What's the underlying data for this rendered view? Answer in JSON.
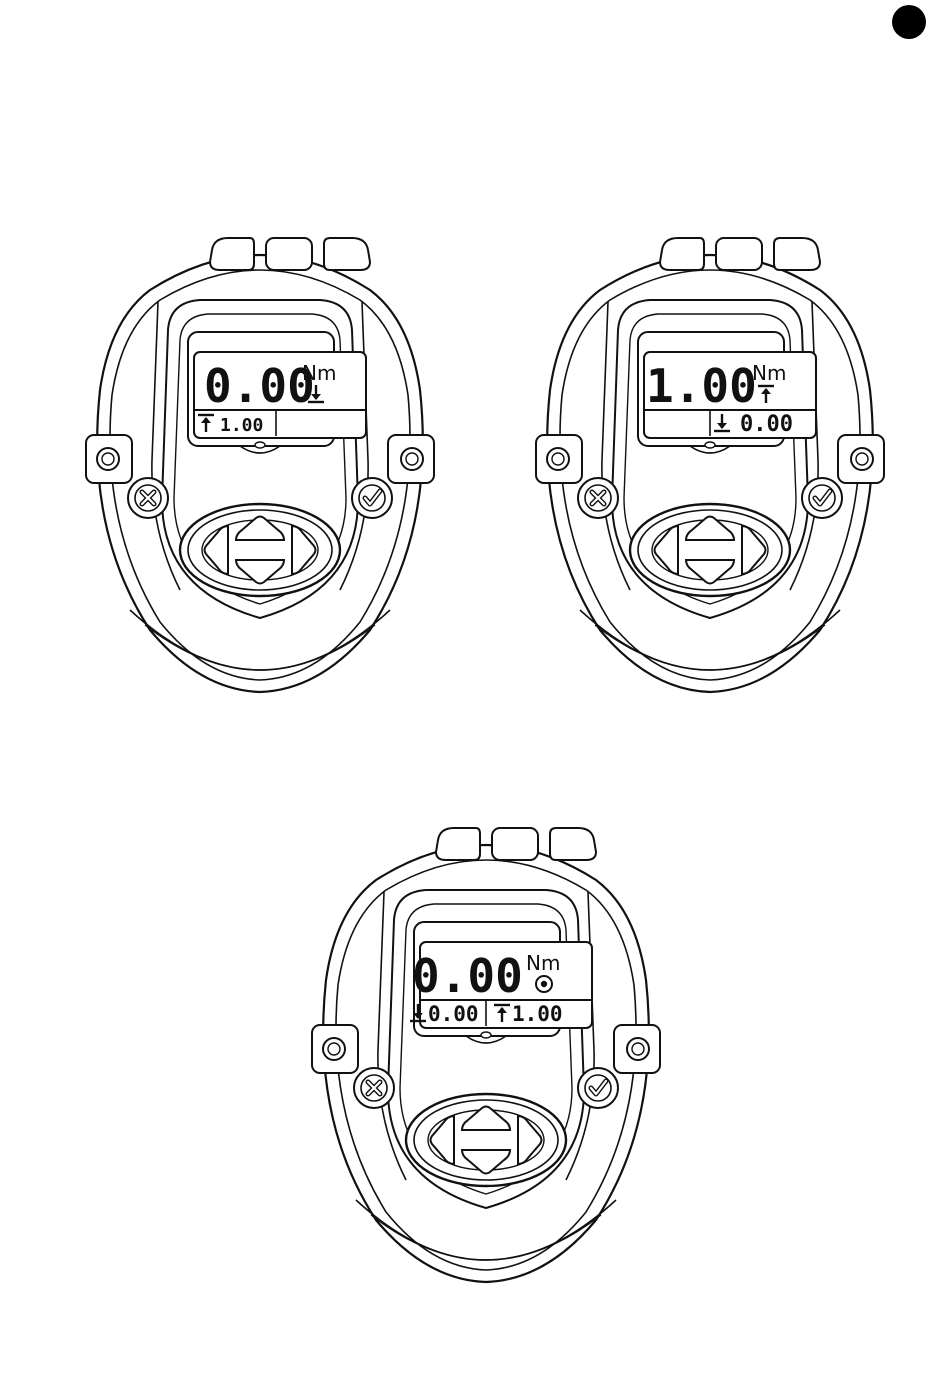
{
  "corner_marker": {
    "color": "#000000"
  },
  "devices": [
    {
      "id": "top-left",
      "main_reading": "0.00",
      "unit": "Nm",
      "mode_icon": "arrow-down-to-bar-icon",
      "sub_left_icon": "arrow-up-from-bar-icon",
      "sub_left_value": "1.00",
      "sub_right_icon": "",
      "sub_right_value": ""
    },
    {
      "id": "top-right",
      "main_reading": "1.00",
      "unit": "Nm",
      "mode_icon": "arrow-up-from-bar-icon",
      "sub_left_icon": "",
      "sub_left_value": "",
      "sub_right_icon": "arrow-down-to-bar-icon",
      "sub_right_value": "0.00"
    },
    {
      "id": "bottom",
      "main_reading": "0.00",
      "unit": "Nm",
      "mode_icon": "target-icon",
      "sub_left_icon": "arrow-down-to-bar-icon",
      "sub_left_value": "0.00",
      "sub_right_icon": "arrow-up-from-bar-icon",
      "sub_right_value": "1.00"
    }
  ],
  "buttons": {
    "cancel_icon": "cross-circle-icon",
    "confirm_icon": "check-circle-icon",
    "dpad_icons": [
      "arrow-up-icon",
      "arrow-down-icon",
      "arrow-left-icon",
      "arrow-right-icon"
    ]
  },
  "colors": {
    "ink": "#111111",
    "paper": "#ffffff"
  }
}
